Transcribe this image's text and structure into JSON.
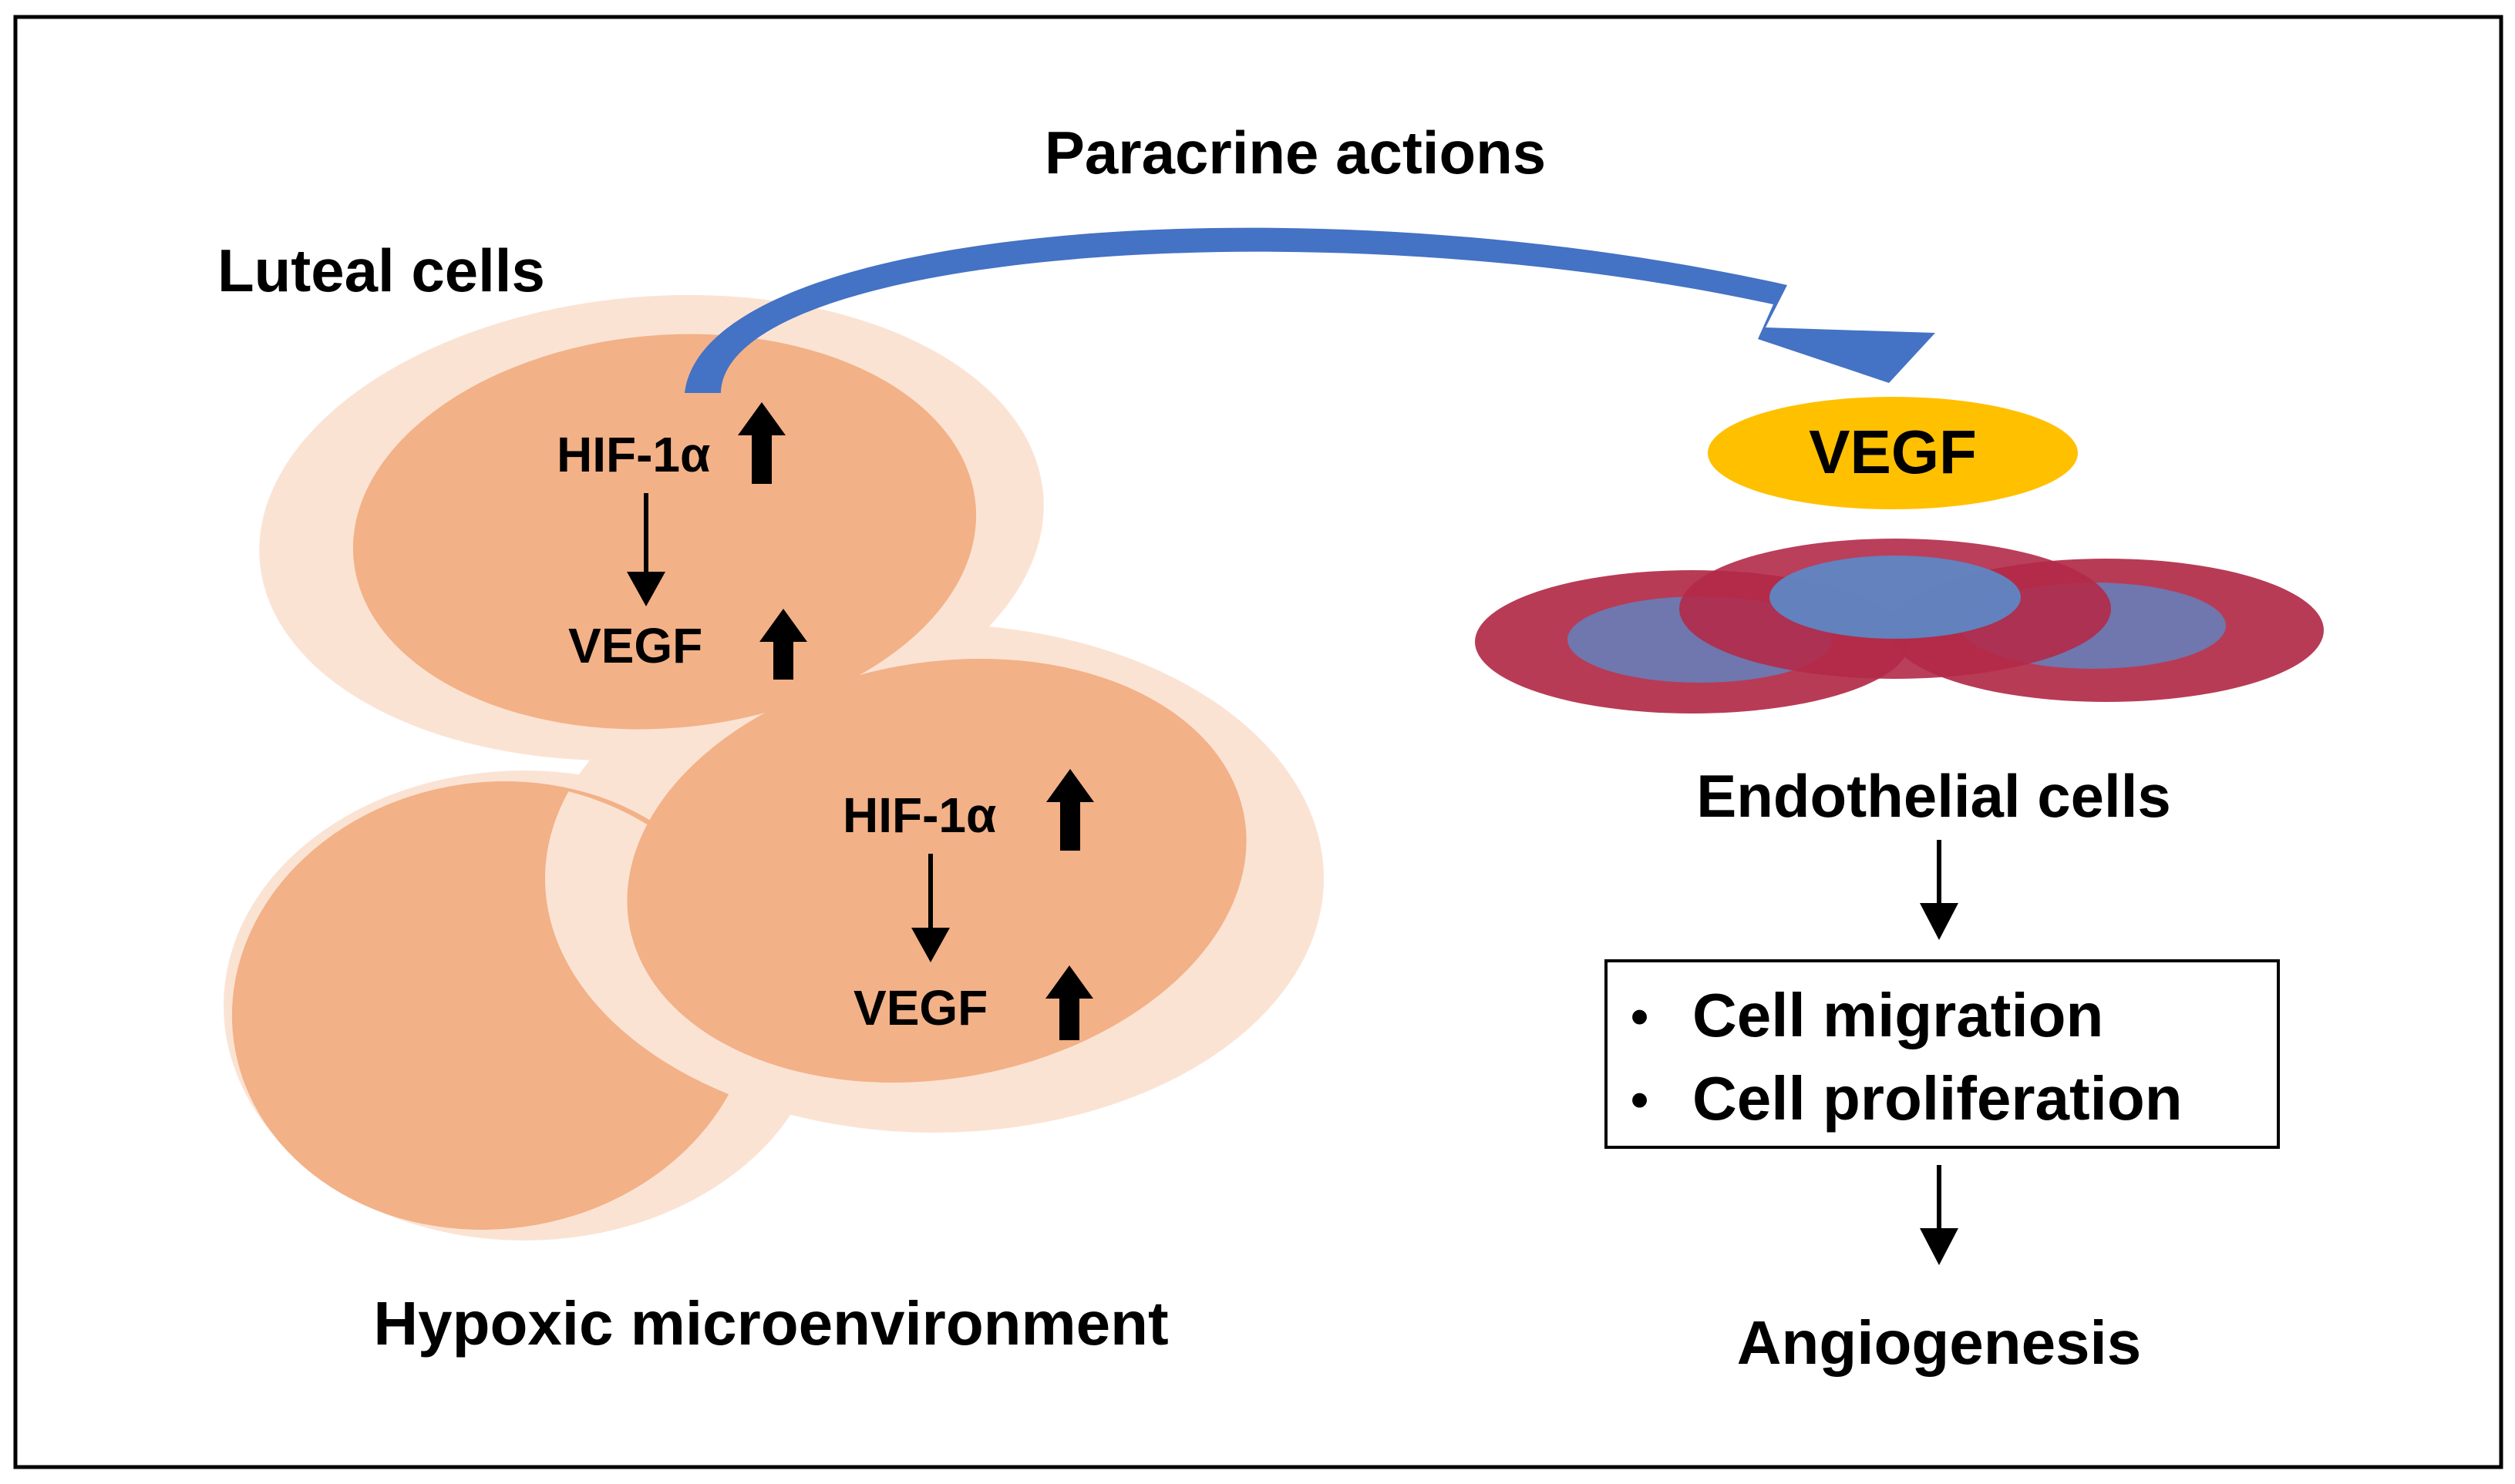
{
  "colors": {
    "cell_outer": "#FBE3D4",
    "cell_inner": "#F3B187",
    "paracrine_arrow": "#4472C4",
    "vegf_ellipse": "#FFC000",
    "endothelial_outer": "#B22A48",
    "endothelial_inner": "#5E86C4",
    "frame": "#000000"
  },
  "labels": {
    "paracrine": "Paracrine actions",
    "luteal": "Luteal cells",
    "hypoxic": "Hypoxic microenvironment",
    "vegf_ligand": "VEGF",
    "endothelial": "Endothelial cells",
    "angiogenesis": "Angiogenesis"
  },
  "cell_top": {
    "hif": "HIF-1α",
    "vegf": "VEGF"
  },
  "cell_bottom": {
    "hif": "HIF-1α",
    "vegf": "VEGF"
  },
  "effects": [
    "Cell migration",
    "Cell proliferation"
  ],
  "bullet": "•",
  "icons": {
    "increase": "up-arrow-icon",
    "flow": "down-arrow-icon",
    "paracrine": "curved-arrow-icon"
  }
}
